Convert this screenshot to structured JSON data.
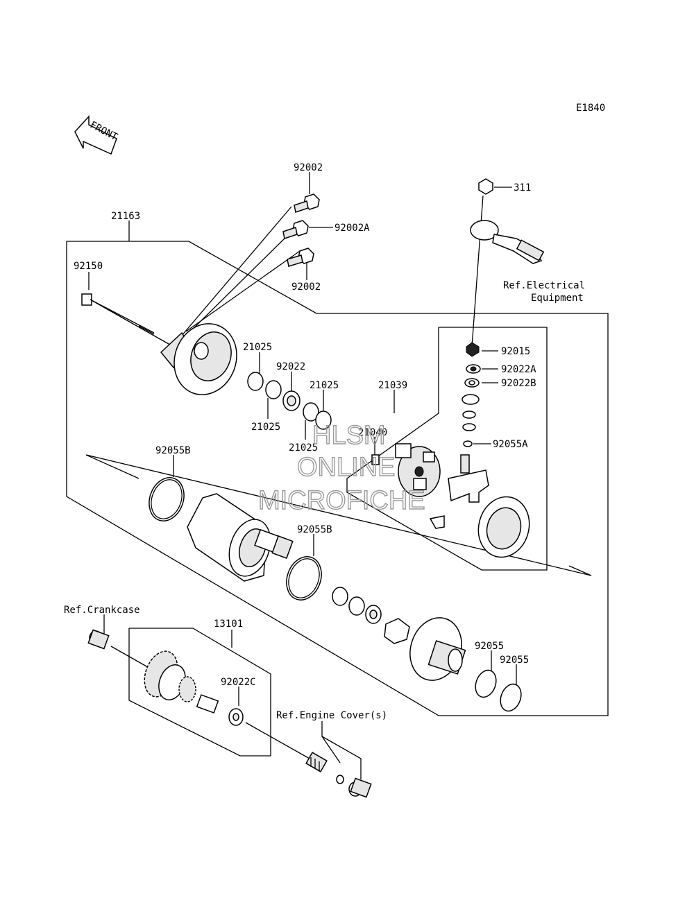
{
  "diagram_code": "E1840",
  "front_label": "FRONT",
  "labels": {
    "p92002_top": "92002",
    "p92002a": "92002A",
    "p92002_bottom": "92002",
    "p311": "311",
    "ref_electrical_1": "Ref.Electrical",
    "ref_electrical_2": "Equipment",
    "p21163": "21163",
    "p92150": "92150",
    "p92015": "92015",
    "p92022a": "92022A",
    "p92022b": "92022B",
    "p92055a": "92055A",
    "p21025_a": "21025",
    "p92022": "92022",
    "p21025_b": "21025",
    "p21025_c": "21025",
    "p21025_d": "21025",
    "p21039": "21039",
    "p21040": "21040",
    "p92055b_left": "92055B",
    "p92055b_mid": "92055B",
    "ref_crankcase": "Ref.Crankcase",
    "p13101": "13101",
    "p92022c": "92022C",
    "p92055_a": "92055",
    "p92055_b": "92055",
    "ref_engine_cover": "Ref.Engine Cover(s)"
  },
  "watermark": {
    "line1": "HLSM",
    "line2": "ONLINE",
    "line3": "MICROFICHE"
  }
}
